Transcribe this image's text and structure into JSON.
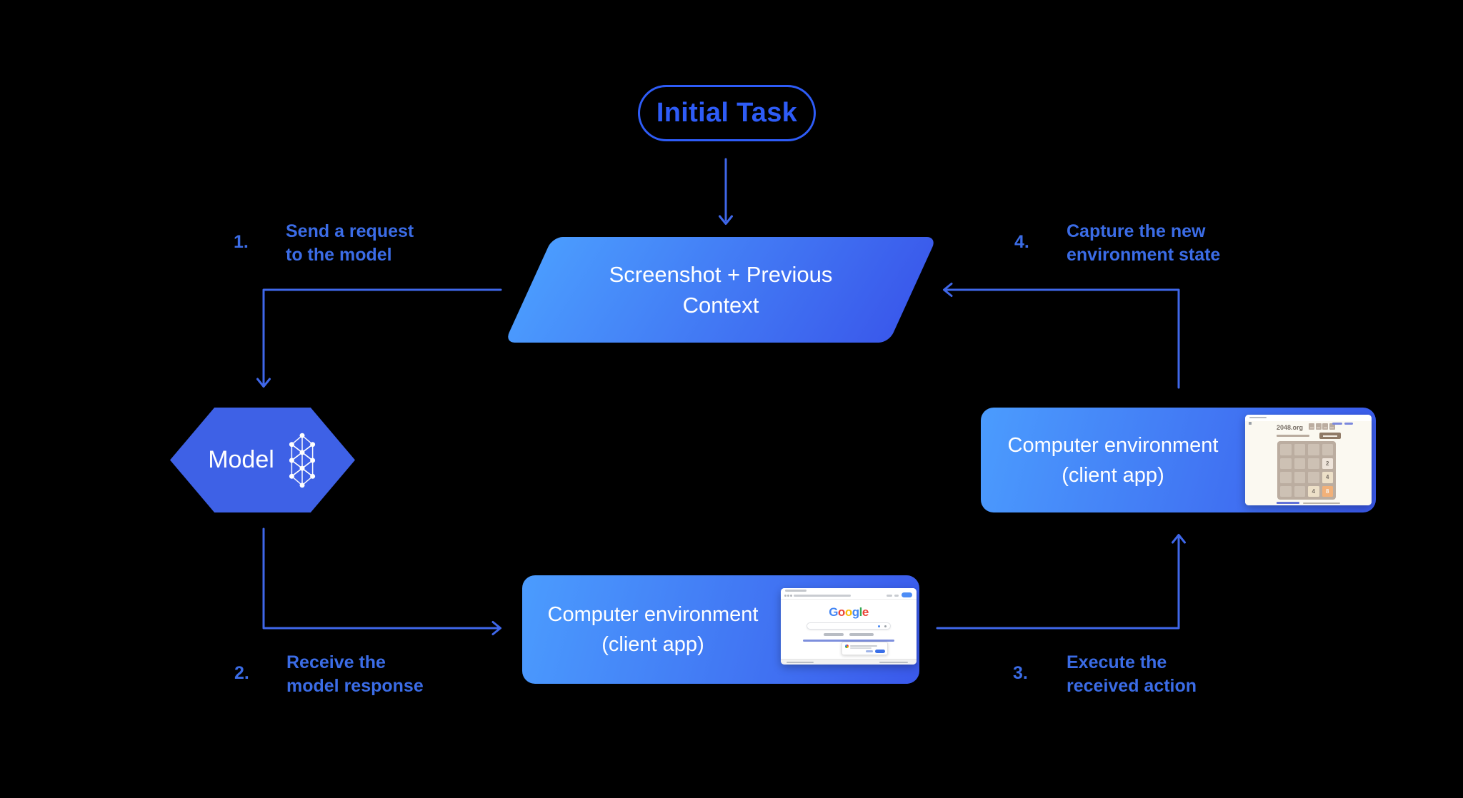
{
  "palette": {
    "bg": "#000000",
    "outline_blue": "#2e5cf7",
    "label_blue": "#3b6ce6",
    "line_blue": "#3f67e9",
    "node_blue": "#3e61e6",
    "grad_light": "#4b9cfe",
    "grad_dark": "#3a59eb"
  },
  "nodes": {
    "initial_task": {
      "label": "Initial Task"
    },
    "context": {
      "line1": "Screenshot + Previous",
      "line2": "Context"
    },
    "model": {
      "label": "Model"
    },
    "env_bottom": {
      "line1": "Computer environment",
      "line2": "(client app)"
    },
    "env_right": {
      "line1": "Computer environment",
      "line2": "(client app)"
    }
  },
  "steps": [
    {
      "num": "1.",
      "line1": "Send a request",
      "line2": "to the model"
    },
    {
      "num": "2.",
      "line1": "Receive the",
      "line2": "model response"
    },
    {
      "num": "3.",
      "line1": "Execute the",
      "line2": "received action"
    },
    {
      "num": "4.",
      "line1": "Capture the new",
      "line2": "environment state"
    }
  ],
  "icons": {
    "model": "neural-network"
  },
  "mini_google": {
    "logo": [
      {
        "ch": "G",
        "color": "#4285F4"
      },
      {
        "ch": "o",
        "color": "#EA4335"
      },
      {
        "ch": "o",
        "color": "#FBBC05"
      },
      {
        "ch": "g",
        "color": "#4285F4"
      },
      {
        "ch": "l",
        "color": "#34A853"
      },
      {
        "ch": "e",
        "color": "#EA4335"
      }
    ]
  },
  "mini_2048": {
    "title": "2048.org",
    "board": {
      "bg": "#bbada0",
      "cell": "#cdc1b4",
      "page": "#fbf9f1",
      "title_color": "#776e65",
      "button_bg": "#8f7a66"
    },
    "tiles": [
      {
        "value": "2",
        "row": 2,
        "col": 4,
        "bg": "#eee4da",
        "fg": "#776e65"
      },
      {
        "value": "4",
        "row": 3,
        "col": 4,
        "bg": "#ede0c8",
        "fg": "#776e65"
      },
      {
        "value": "4",
        "row": 4,
        "col": 3,
        "bg": "#ede0c8",
        "fg": "#776e65"
      },
      {
        "value": "8",
        "row": 4,
        "col": 4,
        "bg": "#f2b179",
        "fg": "#f9f6f2"
      }
    ]
  }
}
